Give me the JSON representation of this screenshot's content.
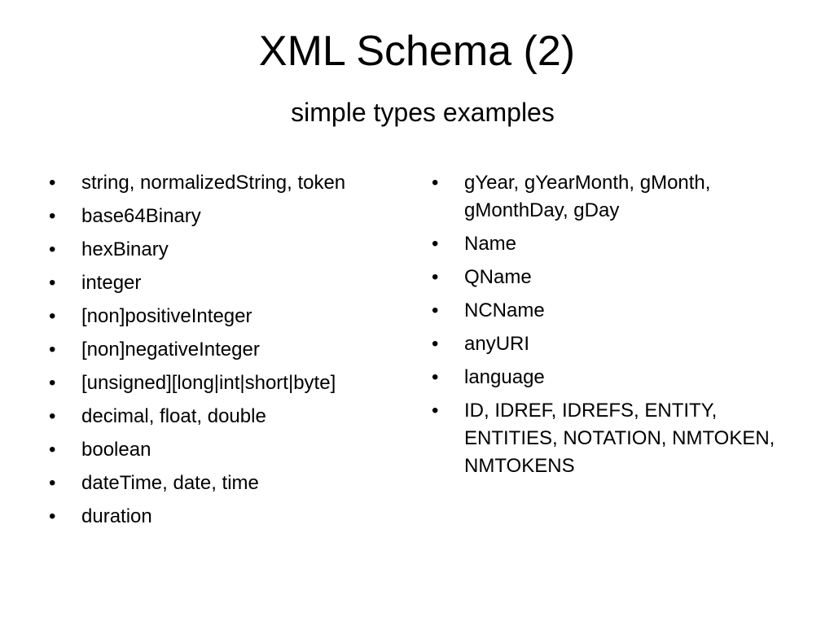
{
  "slide": {
    "title": "XML Schema (2)",
    "subtitle": "simple types examples",
    "bullet_glyph": "•",
    "left_items": [
      "string, normalizedString, token",
      "base64Binary",
      "hexBinary",
      "integer",
      "[non]positiveInteger",
      "[non]negativeInteger",
      "[unsigned][long|int|short|byte]",
      "decimal, float, double",
      "boolean",
      "dateTime, date, time",
      "duration"
    ],
    "right_items": [
      "gYear, gYearMonth, gMonth, gMonthDay, gDay",
      "Name",
      "QName",
      "NCName",
      "anyURI",
      "language",
      "ID, IDREF, IDREFS, ENTITY, ENTITIES, NOTATION, NMTOKEN, NMTOKENS"
    ]
  }
}
